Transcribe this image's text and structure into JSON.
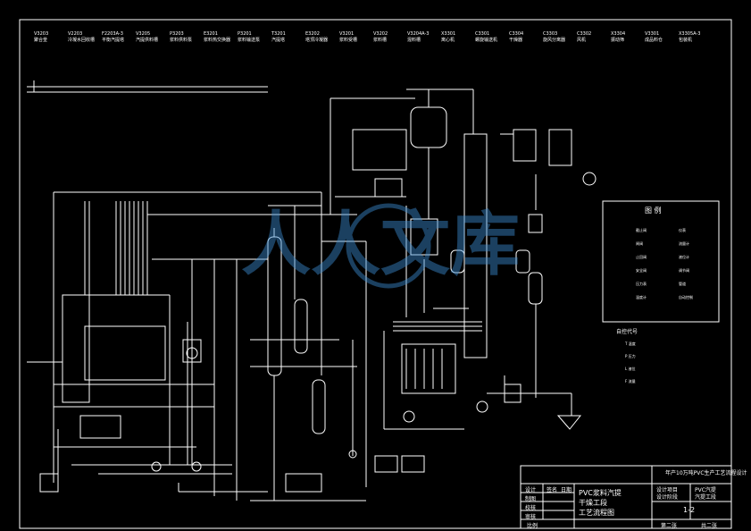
{
  "top_equipment": [
    {
      "tag": "V3203",
      "name": "聚合釜"
    },
    {
      "tag": "V2203",
      "name": "冷凝水回收槽"
    },
    {
      "tag": "F2203A-3",
      "name": "平衡汽提塔"
    },
    {
      "tag": "V3205",
      "name": "汽提供料槽"
    },
    {
      "tag": "P3203",
      "name": "浆料供料泵"
    },
    {
      "tag": "E3201",
      "name": "浆料热交换器"
    },
    {
      "tag": "P3201",
      "name": "浆料输送泵"
    },
    {
      "tag": "T3201",
      "name": "汽提塔"
    },
    {
      "tag": "E3202",
      "name": "塔顶冷凝器"
    },
    {
      "tag": "V3201",
      "name": "浆料受槽"
    },
    {
      "tag": "V3202",
      "name": "浆料槽"
    },
    {
      "tag": "V3204A-3",
      "name": "混料槽"
    },
    {
      "tag": "X3301",
      "name": "离心机"
    },
    {
      "tag": "C3301",
      "name": "螺旋输送机"
    },
    {
      "tag": "C3304",
      "name": "干燥器"
    },
    {
      "tag": "C3303",
      "name": "旋风分离器"
    },
    {
      "tag": "C3302",
      "name": "风机"
    },
    {
      "tag": "X3304",
      "name": "振动筛"
    },
    {
      "tag": "V3301",
      "name": "成品料仓"
    },
    {
      "tag": "X3305A-3",
      "name": "包装机"
    }
  ],
  "watermark": "人人文库",
  "legend": {
    "title": "图 例",
    "items": [
      "截止阀",
      "闸阀",
      "止回阀",
      "安全阀",
      "压力表",
      "温度计",
      "仪表",
      "流量计",
      "液位计",
      "调节阀",
      "管道",
      "自动控制"
    ],
    "subtitle": "自控代号",
    "codes": [
      "T  温度",
      "P  压力",
      "L  液位",
      "F  流量"
    ]
  },
  "title_block": {
    "school_line": "年产10万吨PVC生产工艺流程设计",
    "drawing_name_line1": "PVC浆料汽提",
    "drawing_name_line2": "干燥工段",
    "drawing_name_line3": "工艺流程图",
    "project_label": "设计项目",
    "project_value": "PVC汽提",
    "stage_label": "设计阶段",
    "stage_value": "汽提工段",
    "sheet_no": "1-2",
    "scale_label": "比例",
    "sheet_label": "第二张",
    "total_label": "共二张",
    "roles": [
      "设计",
      "制图",
      "校核",
      "审核"
    ],
    "role_heads": [
      "签名",
      "日期"
    ]
  }
}
